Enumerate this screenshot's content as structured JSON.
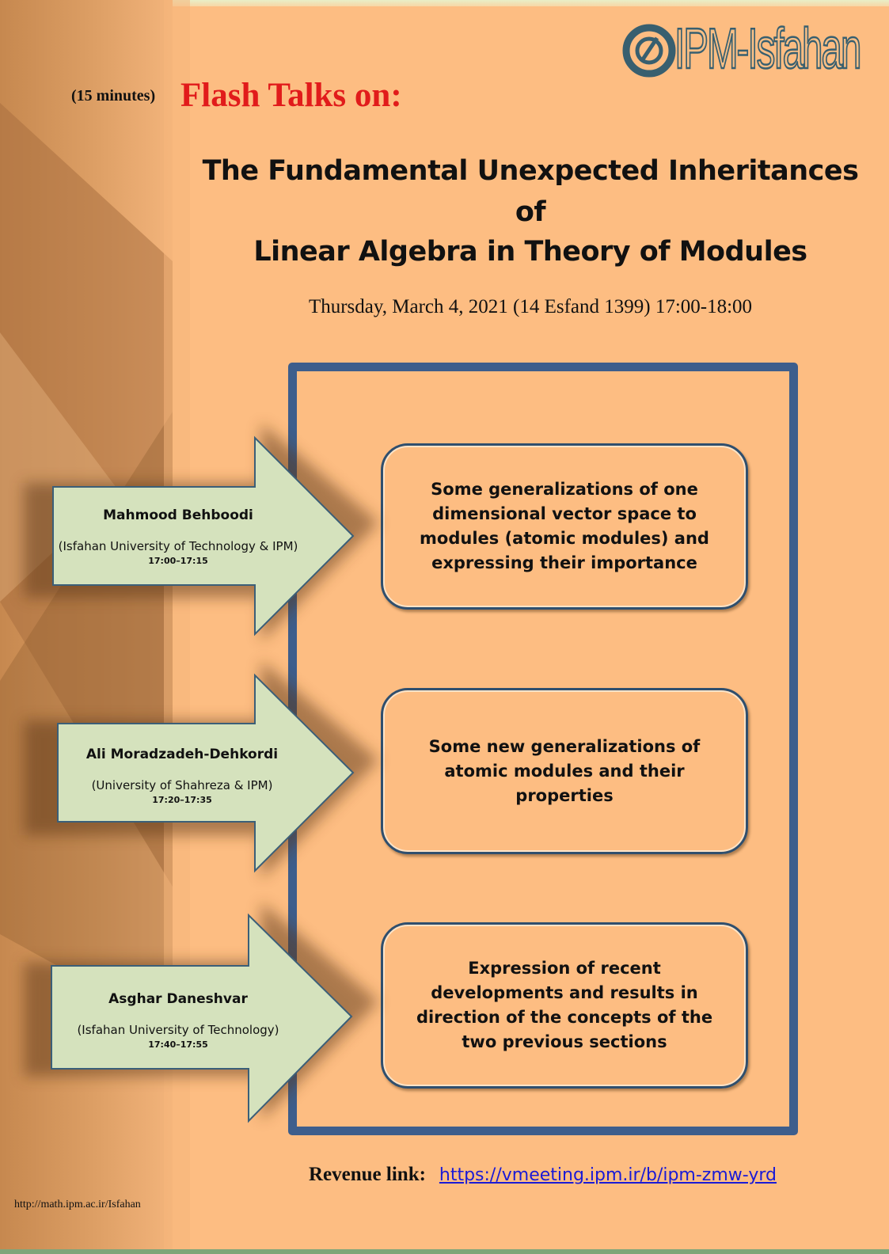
{
  "header": {
    "logo_text": "IPM-Isfahan",
    "minutes_note": "(15 minutes)",
    "flash_title": "Flash Talks on:",
    "title_lines": [
      "The  Fundamental Unexpected Inheritances",
      "of",
      "Linear Algebra  in Theory of Modules"
    ],
    "date_line": "Thursday, March 4, 2021 (14 Esfand 1399) 17:00-18:00"
  },
  "talks": [
    {
      "speaker": "Mahmood Behboodi",
      "affiliation": "(Isfahan University of Technology & IPM)",
      "time": "17:00–17:15",
      "topic": "Some  generalizations of  one dimensional vector space to modules (atomic modules) and expressing their importance"
    },
    {
      "speaker": "Ali Moradzadeh-Dehkordi",
      "affiliation": "(University of Shahreza & IPM)",
      "time": "17:20–17:35",
      "topic": "Some new generalizations of atomic modules and their properties"
    },
    {
      "speaker": "Asghar Daneshvar",
      "affiliation": "(Isfahan University of Technology)",
      "time": "17:40–17:55",
      "topic": "Expression of recent developments and results in direction of the concepts of the two previous sections"
    }
  ],
  "footer": {
    "revenue_label": "Revenue link:",
    "revenue_url": "https://vmeeting.ipm.ir/b/ipm-zmw-yrd",
    "site_url": "http://math.ipm.ac.ir/Isfahan"
  },
  "colors": {
    "background": "#fdbd82",
    "frame": "#3d5e8c",
    "arrow_fill": "#d5e2bd",
    "title_red": "#e11b1b",
    "link_blue": "#1a1ad6"
  }
}
